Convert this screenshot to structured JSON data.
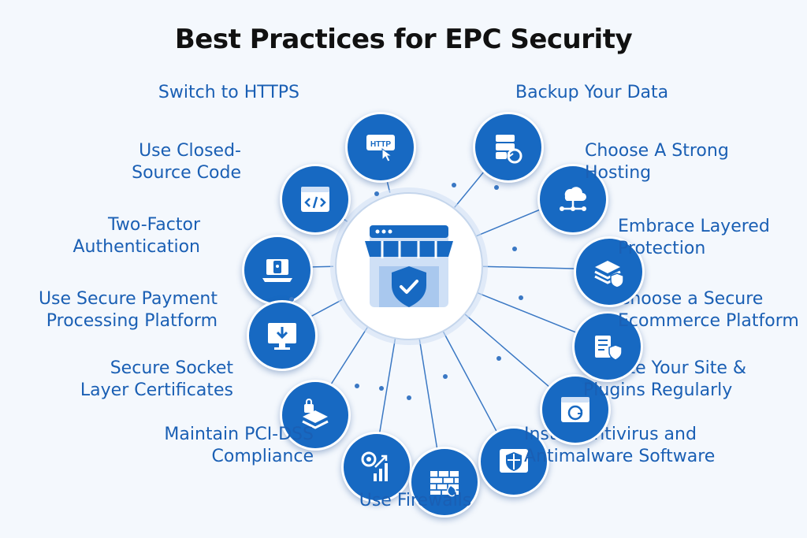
{
  "title": "Best Practices for EPC Security",
  "colors": {
    "accent": "#1769c2",
    "label": "#1a5fb4",
    "background": "#f4f8fd"
  },
  "center": {
    "icon": "secure-storefront-icon"
  },
  "items": [
    {
      "lines": [
        "Switch to HTTPS"
      ],
      "icon": "http-click-icon"
    },
    {
      "lines": [
        "Use Closed-",
        "Source Code"
      ],
      "icon": "code-window-icon"
    },
    {
      "lines": [
        "Two-Factor",
        "Authentication"
      ],
      "icon": "laptop-phone-lock-icon"
    },
    {
      "lines": [
        "Use Secure Payment",
        "Processing Platform"
      ],
      "icon": "monitor-download-icon"
    },
    {
      "lines": [
        "Secure Socket",
        "Layer Certificates"
      ],
      "icon": "lock-layers-icon"
    },
    {
      "lines": [
        "Maintain PCI-DSS",
        "Compliance"
      ],
      "icon": "growth-chart-icon"
    },
    {
      "lines": [
        "Use Firewalls"
      ],
      "icon": "firewall-icon"
    },
    {
      "lines": [
        "Install Antivirus and",
        "Antimalware Software"
      ],
      "icon": "shield-window-icon"
    },
    {
      "lines": [
        "Update Your Site &",
        "Plugins Regularly"
      ],
      "icon": "browser-update-icon"
    },
    {
      "lines": [
        "Choose a Secure",
        "Ecommerce Platform"
      ],
      "icon": "store-shield-icon"
    },
    {
      "lines": [
        "Embrace Layered",
        "Protection"
      ],
      "icon": "layers-shield-icon"
    },
    {
      "lines": [
        "Choose A Strong",
        "Hosting"
      ],
      "icon": "cloud-network-icon"
    },
    {
      "lines": [
        "Backup Your Data"
      ],
      "icon": "database-backup-icon"
    }
  ]
}
